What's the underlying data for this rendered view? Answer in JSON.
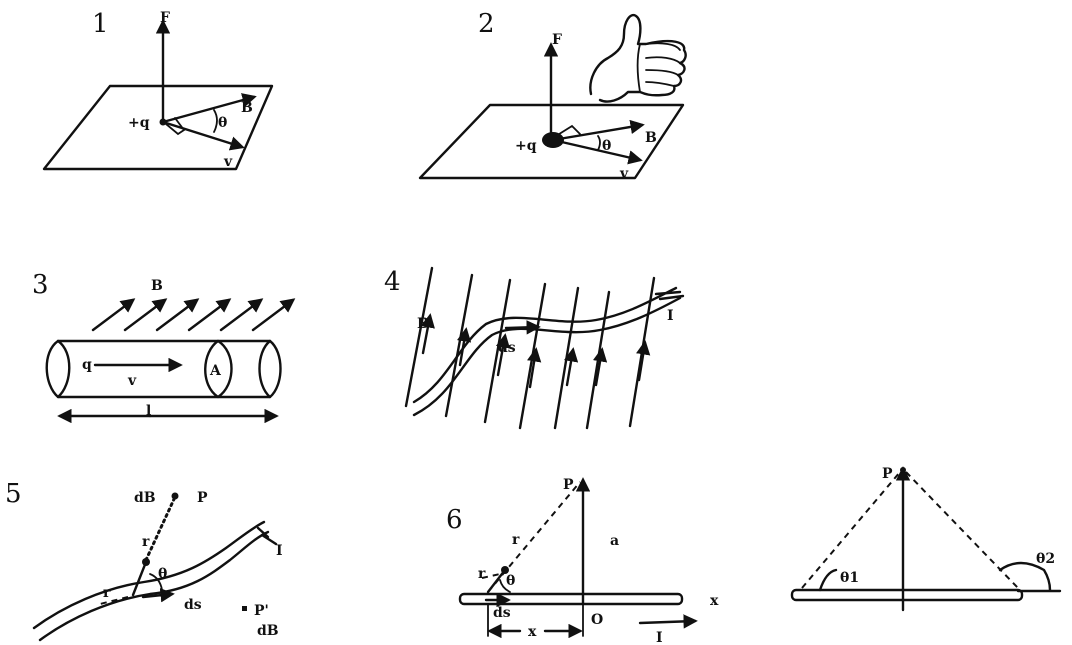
{
  "panels": {
    "p1": {
      "number": "1",
      "force": "F",
      "field": "B",
      "charge": "+q",
      "angle": "θ",
      "velocity": "v"
    },
    "p2": {
      "number": "2",
      "force": "F",
      "field": "B",
      "charge": "+q",
      "angle": "θ",
      "velocity": "v"
    },
    "p3": {
      "number": "3",
      "field": "B",
      "charge": "q",
      "velocity": "v",
      "area": "A",
      "length": "l"
    },
    "p4": {
      "number": "4",
      "field": "B",
      "element": "ds",
      "current": "I"
    },
    "p5": {
      "number": "5",
      "dB_top": "dB",
      "point_top": "P",
      "r_upper": "r",
      "angle": "θ",
      "r_lower": "r",
      "element": "ds",
      "current": "I",
      "point_bottom": "P'",
      "dB_bottom": "dB"
    },
    "p6": {
      "number": "6",
      "point": "P",
      "r_upper": "r",
      "distance": "a",
      "r_lower": "r",
      "angle": "θ",
      "x_axis": "x",
      "element": "ds",
      "x_dist": "x",
      "origin": "O",
      "current": "I"
    },
    "p7": {
      "point": "P",
      "angle1": "θ1",
      "angle2": "θ2"
    }
  }
}
